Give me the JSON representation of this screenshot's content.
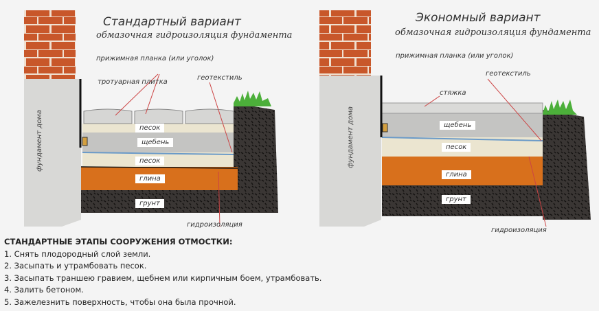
{
  "standard": {
    "title": "Стандартный вариант",
    "coating": "обмазочная гидроизоляция фундамента",
    "plate": "прижимная планка (или уголок)",
    "tiles": "тротуарная плитка",
    "geotextile": "геотекстиль",
    "foundation": "фундамент дома",
    "sand1": "песок",
    "gravel": "щебень",
    "sand2": "песок",
    "clay": "глина",
    "ground": "грунт",
    "waterproof": "гидроизоляция"
  },
  "economy": {
    "title": "Экономный вариант",
    "coating": "обмазочная гидроизоляция фундамента",
    "plate": "прижимная планка (или уголок)",
    "screed": "стяжка",
    "geotextile": "геотекстиль",
    "foundation": "фундамент дома",
    "gravel": "щебень",
    "sand": "песок",
    "clay": "глина",
    "ground": "грунт",
    "waterproof": "гидроизоляция"
  },
  "steps": {
    "heading": "СТАНДАРТНЫЕ ЭТАПЫ СООРУЖЕНИЯ ОТМОСТКИ:",
    "items": [
      "1. Снять плодородный слой земли.",
      "2. Засыпать и утрамбовать песок.",
      "3. Засыпать траншею гравием, щебнем или кирпичным боем, утрамбовать.",
      "4. Залить бетоном.",
      "5. Зажелезнить поверхность, чтобы она была прочной."
    ]
  },
  "colors": {
    "brick": "#c8572a",
    "clay": "#d8701c",
    "soil": "#2e2a28",
    "gravel": "#c8c8c8",
    "sand": "#ece6d2",
    "grass": "#4caf3a",
    "arrow": "#e03030"
  }
}
